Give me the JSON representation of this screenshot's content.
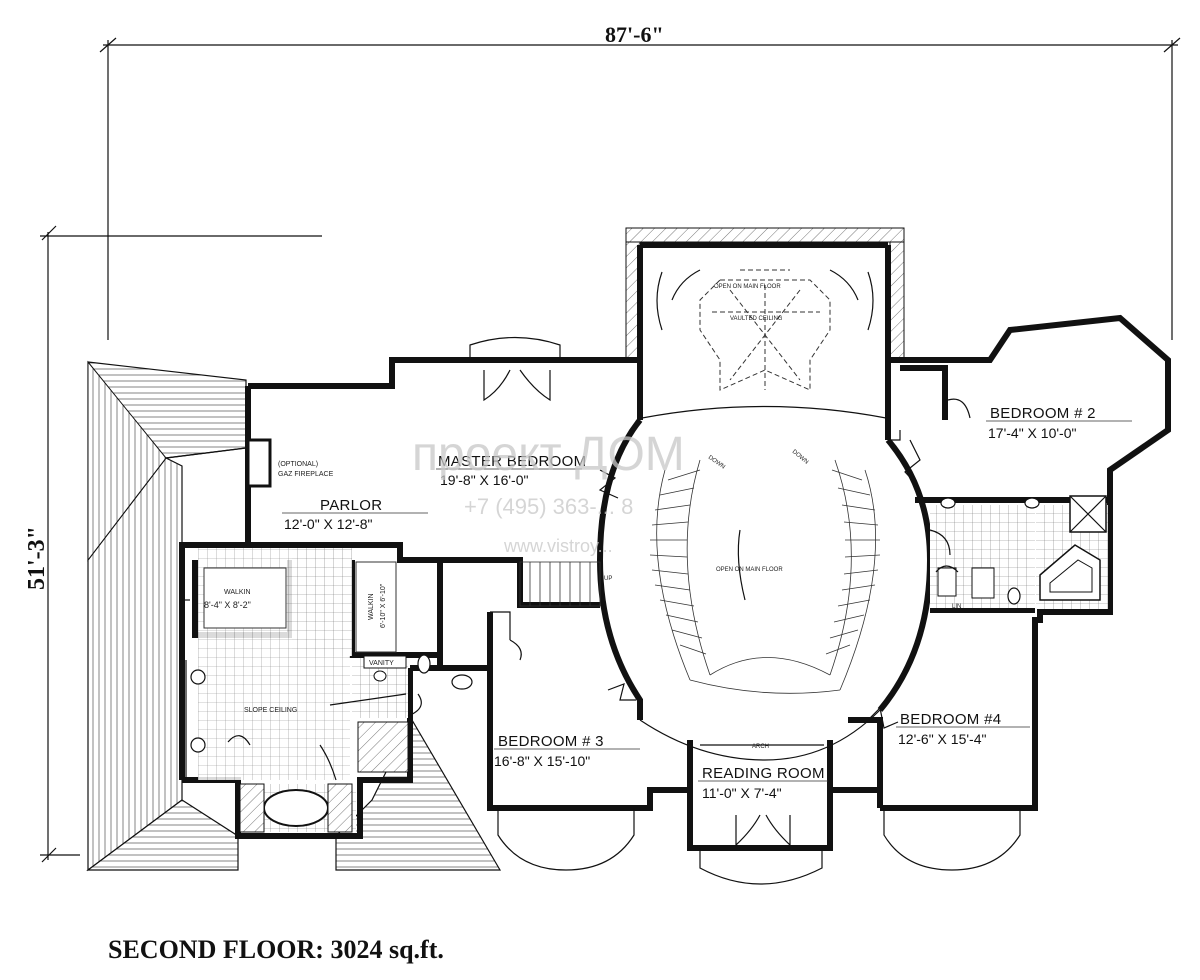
{
  "plan": {
    "caption": "SECOND FLOOR: 3024 sq.ft.",
    "dim_width": "87'-6\"",
    "dim_depth": "51'-3\""
  },
  "rooms": {
    "master_bedroom": {
      "name": "MASTER BEDROOM",
      "size": "19'-8\" X 16'-0\""
    },
    "parlor": {
      "name": "PARLOR",
      "size": "12'-0\" X 12'-8\""
    },
    "bedroom2": {
      "name": "BEDROOM # 2",
      "size": "17'-4\" X 10'-0\""
    },
    "bedroom3": {
      "name": "BEDROOM # 3",
      "size": "16'-8\" X 15'-10\""
    },
    "bedroom4": {
      "name": "BEDROOM #4",
      "size": "12'-6\" X 15'-4\""
    },
    "reading_room": {
      "name": "READING ROOM",
      "size": "11'-0\" X 7'-4\""
    },
    "walkin1": {
      "name": "WALKIN",
      "size": "8'-4\" X 8'-2\""
    },
    "walkin2": {
      "name": "WALKIN",
      "size": "6'-10\" X 6'-10\""
    }
  },
  "notes": {
    "fireplace_1": "(OPTIONAL)",
    "fireplace_2": "GAZ FIREPLACE",
    "vanity": "VANITY",
    "slope_ceiling": "SLOPE CEILING",
    "open_main_top": "OPEN ON MAIN FLOOR",
    "vaulted": "VAULTED CEILING",
    "open_main_center": "OPEN ON MAIN FLOOR",
    "up": "UP",
    "down_left": "DOWN",
    "down_right": "DOWN",
    "arch": "ARCH",
    "lin": "LIN"
  },
  "watermark": {
    "logo": "проект ДОМ",
    "phone": "+7 (495) 363-... 8",
    "site": "www.vistroy..."
  }
}
